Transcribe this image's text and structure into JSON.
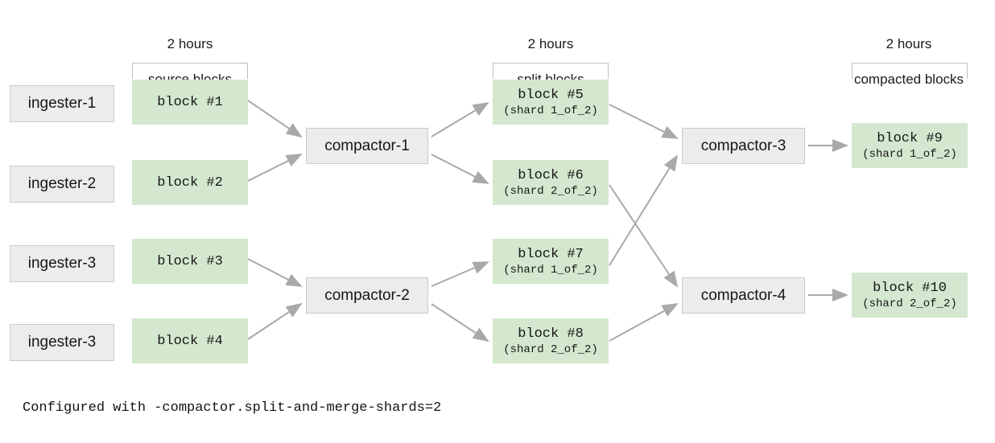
{
  "diagram": {
    "caption": "Configured with -compactor.split-and-merge-shards=2",
    "accent_green": "#d3e8cf",
    "accent_gray": "#ececec",
    "arrow_color": "#a9a9a9",
    "bracket_color": "#bfbfbf"
  },
  "columns": [
    {
      "id": "source",
      "title_line1": "2 hours",
      "title_line2": "source blocks"
    },
    {
      "id": "split",
      "title_line1": "2 hours",
      "title_line2": "split blocks"
    },
    {
      "id": "compacted",
      "title_line1": "2 hours",
      "title_line2": "compacted blocks"
    }
  ],
  "ingesters": [
    {
      "label": "ingester-1"
    },
    {
      "label": "ingester-2"
    },
    {
      "label": "ingester-3"
    },
    {
      "label": "ingester-3"
    }
  ],
  "source_blocks": [
    {
      "label": "block #1",
      "shard": ""
    },
    {
      "label": "block #2",
      "shard": ""
    },
    {
      "label": "block #3",
      "shard": ""
    },
    {
      "label": "block #4",
      "shard": ""
    }
  ],
  "split_blocks": [
    {
      "label": "block #5",
      "shard": "(shard 1_of_2)"
    },
    {
      "label": "block #6",
      "shard": "(shard 2_of_2)"
    },
    {
      "label": "block #7",
      "shard": "(shard 1_of_2)"
    },
    {
      "label": "block #8",
      "shard": "(shard 2_of_2)"
    }
  ],
  "compacted_blocks": [
    {
      "label": "block #9",
      "shard": "(shard 1_of_2)"
    },
    {
      "label": "block #10",
      "shard": "(shard 2_of_2)"
    }
  ],
  "compactors": [
    {
      "label": "compactor-1"
    },
    {
      "label": "compactor-2"
    },
    {
      "label": "compactor-3"
    },
    {
      "label": "compactor-4"
    }
  ]
}
